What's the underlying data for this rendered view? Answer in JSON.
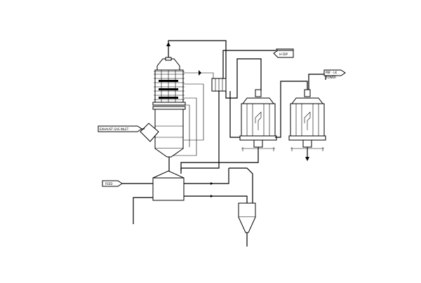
{
  "diagram": {
    "colors": {
      "line": "#000000",
      "background": "#ffffff"
    },
    "tags": {
      "top_right_upper": "H-50P",
      "top_right_lower": "PBF · LK",
      "top_right_lower_2": "TOWER",
      "left_middle": "EXHAUST GAS INLET",
      "left_bottom": "FEED"
    }
  }
}
